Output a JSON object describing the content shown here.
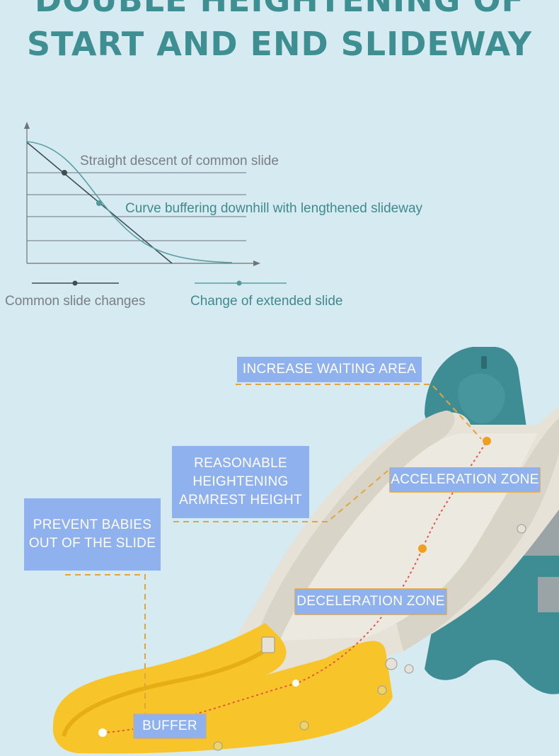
{
  "heading": {
    "line1": "DOUBLE HEIGHTENING OF",
    "line2": "START AND END SLIDEWAY"
  },
  "diagram": {
    "label_common": "Straight descent of common slide",
    "label_extended": "Curve buffering downhill with lengthened slideway",
    "legend_common": "Common slide changes",
    "legend_extended": "Change of extended slide"
  },
  "callouts": {
    "waiting_area": "INCREASE WAITING AREA",
    "armrest_line1": "REASONABLE",
    "armrest_line2": "HEIGHTENING",
    "armrest_line3": "ARMREST HEIGHT",
    "prevent_line1": "PREVENT BABIES",
    "prevent_line2": "OUT OF THE SLIDE",
    "acceleration": "ACCELERATION ZONE",
    "deceleration": "DECELERATION ZONE",
    "buffer": "BUFFER"
  },
  "colors": {
    "background": "#d6eaf1",
    "heading": "#3d8f92",
    "common_curve": "#3f4e52",
    "extended_curve": "#5aa0a0",
    "tag_fill": "#8fb1ee",
    "slide_yellow": "#f7c52a",
    "slide_white": "#e6e2d8",
    "slide_teal": "#3f8d94",
    "leader_line": "#e3a53a"
  }
}
